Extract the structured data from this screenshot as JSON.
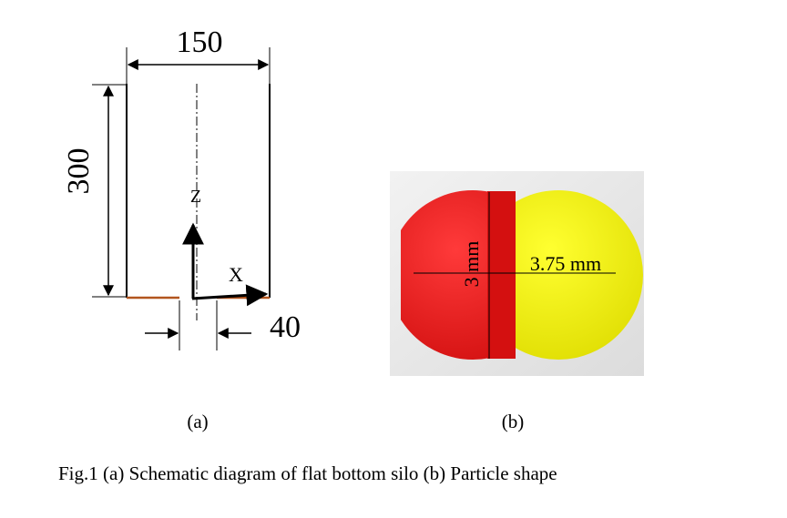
{
  "panel_a": {
    "width_label": "150",
    "height_label": "300",
    "outlet_label": "40",
    "z_axis_label": "Z",
    "x_axis_label": "X",
    "sublabel": "(a)"
  },
  "panel_b": {
    "diameter_label": "3 mm",
    "length_label": "3.75 mm",
    "sublabel": "(b)",
    "colors": {
      "left_sphere": "#ee1c1c",
      "left_band": "#d41010",
      "right_sphere": "#f2f00e",
      "background": "#e6e6e6"
    }
  },
  "caption": "Fig.1 (a) Schematic diagram of flat bottom silo (b) Particle shape",
  "colors": {
    "silo_wall": "#000000",
    "silo_bottom": "#b2551e"
  }
}
